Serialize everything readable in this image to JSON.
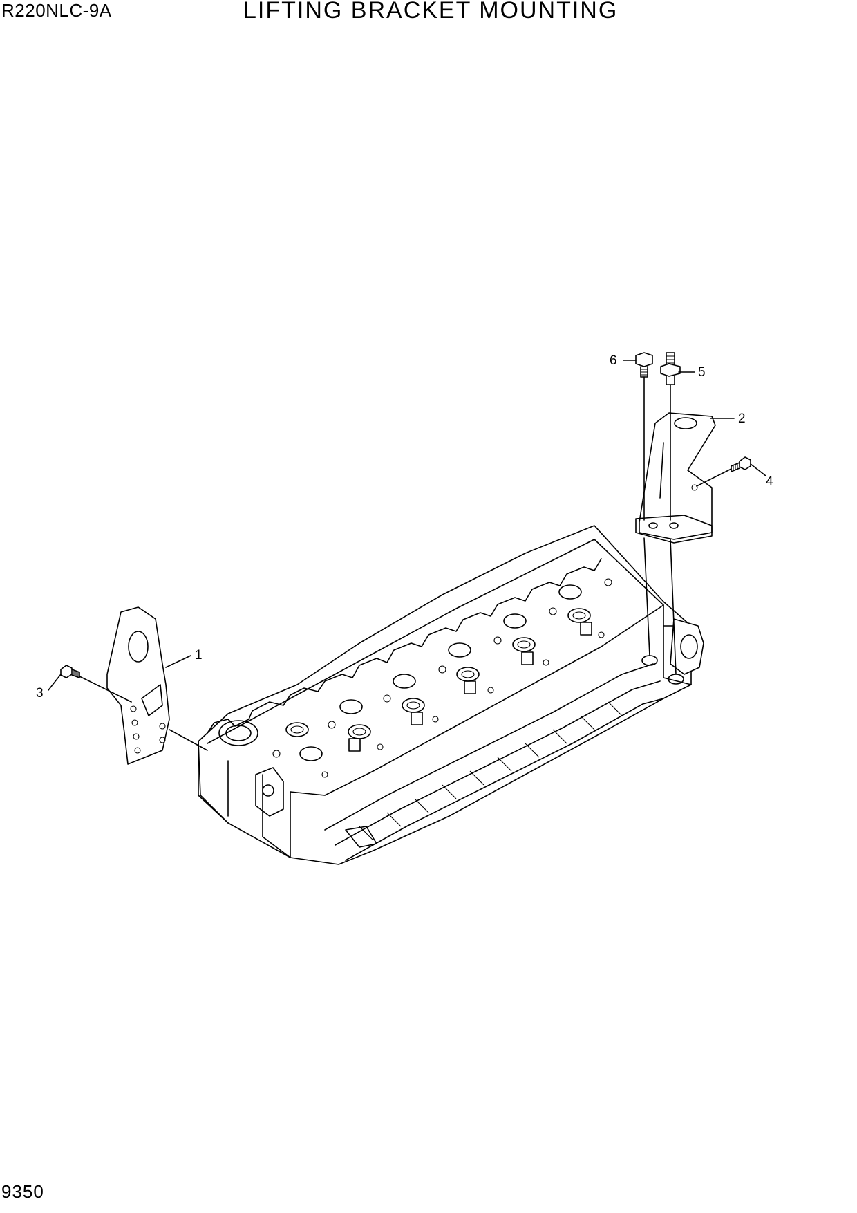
{
  "header": {
    "model": "R220NLC-9A",
    "title": "LIFTING BRACKET MOUNTING"
  },
  "footer": {
    "page_number": "9350"
  },
  "callouts": [
    {
      "id": "1",
      "label": "1",
      "part": "front lifting bracket"
    },
    {
      "id": "2",
      "label": "2",
      "part": "rear lifting bracket"
    },
    {
      "id": "3",
      "label": "3",
      "part": "bolt"
    },
    {
      "id": "4",
      "label": "4",
      "part": "bolt"
    },
    {
      "id": "5",
      "label": "5",
      "part": "stud"
    },
    {
      "id": "6",
      "label": "6",
      "part": "bolt"
    }
  ]
}
